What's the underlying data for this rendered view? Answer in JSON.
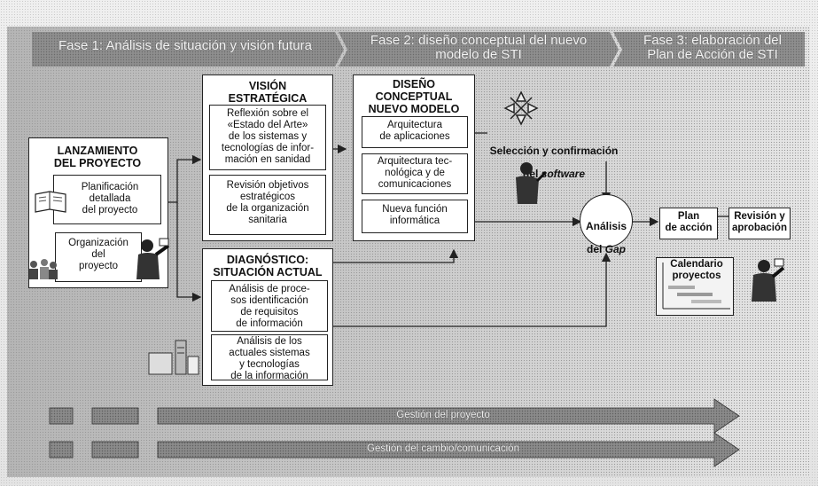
{
  "phases": [
    {
      "label": "Fase 1: Análisis de situación y visión futura"
    },
    {
      "label": "Fase 2: diseño conceptual del nuevo\nmodelo de STI"
    },
    {
      "label": "Fase 3: elaboración del\nPlan de Acción de STI"
    }
  ],
  "launch": {
    "title": "LANZAMIENTO\nDEL PROYECTO",
    "planning": "Planificación\ndetallada\ndel proyecto",
    "organization": "Organización\ndel\nproyecto"
  },
  "vision": {
    "title": "VISIÓN\nESTRATÉGICA",
    "item1": "Reflexión sobre el\n«Estado del Arte»\nde los sistemas y\ntecnologías de infor-\nmación en sanidad",
    "item2": "Revisión objetivos\nestratégicos\nde la organización\nsanitaria"
  },
  "diagnosis": {
    "title": "DIAGNÓSTICO:\nSITUACIÓN ACTUAL",
    "item1": "Análisis de proce-\nsos identificación\nde requisitos\nde información",
    "item2": "Análisis de los\nactuales sistemas\ny tecnologías\nde la información"
  },
  "design": {
    "title": "DISEÑO\nCONCEPTUAL\nNUEVO MODELO",
    "item1": "Arquitectura\nde aplicaciones",
    "item2": "Arquitectura tec-\nnológica y de\ncomunicaciones",
    "item3": "Nueva función\ninformática"
  },
  "software": {
    "line1": "Selección y confirmación",
    "line2_prefix": "del ",
    "line2_em": "software"
  },
  "gap": {
    "line1": "Análisis",
    "line2_prefix": "del ",
    "line2_em": "Gap"
  },
  "phase3": {
    "plan": "Plan\nde acción",
    "review": "Revisión y\naprobación",
    "calendar": "Calendario\nproyectos"
  },
  "bars": {
    "bar1": "Gestión del proyecto",
    "bar2": "Gestión del cambio/comunicación"
  },
  "colors": {
    "phase_bar": "#8a8a8a",
    "panel": "#c4c4c4",
    "box_border": "#222222"
  }
}
